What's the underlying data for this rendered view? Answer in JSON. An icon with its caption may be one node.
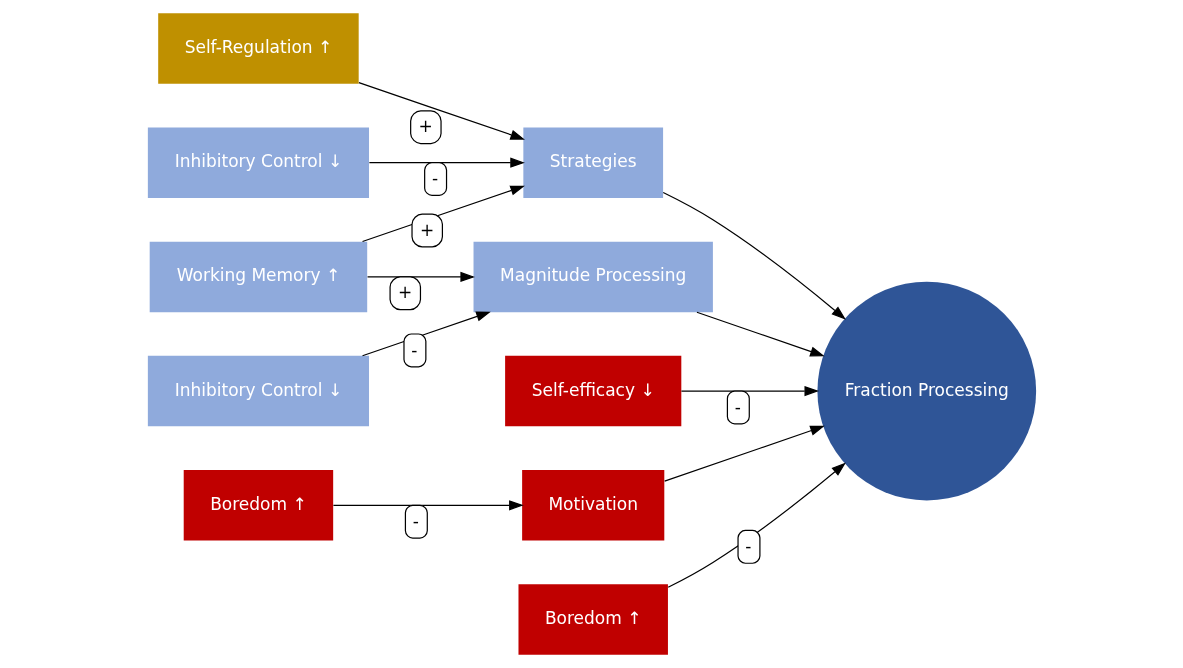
{
  "diagram": {
    "nodes": [
      {
        "text": [
          "Self-Regulation ↑"
        ]
      },
      {
        "text": [
          "Inhibitory Control ↓"
        ]
      },
      {
        "text": [
          "Working Memory ↑"
        ]
      },
      {
        "text": [
          "Strategies"
        ]
      },
      {
        "text": [
          "Inhibitory Control ↓"
        ]
      },
      {
        "text": [
          "Magnitude Processing"
        ]
      },
      {
        "text": [
          "Fraction Processing"
        ]
      },
      {
        "text": [
          "Self-efficacy ↓"
        ]
      },
      {
        "text": [
          "Boredom ↑"
        ]
      },
      {
        "text": [
          "Motivation"
        ]
      },
      {
        "text": [
          "Boredom ↑"
        ]
      }
    ],
    "edges": [
      {
        "from": 0,
        "to": 3,
        "arrow": "to",
        "label": "+"
      },
      {
        "from": 1,
        "to": 3,
        "arrow": "to",
        "label": "-"
      },
      {
        "from": 2,
        "to": 3,
        "arrow": "to",
        "label": "+"
      },
      {
        "from": 2,
        "to": 5,
        "arrow": "to",
        "label": "+"
      },
      {
        "from": 4,
        "to": 5,
        "arrow": "to",
        "label": "-"
      },
      {
        "from": 3,
        "to": 6,
        "arrow": "to"
      },
      {
        "from": 5,
        "to": 6,
        "arrow": "to"
      },
      {
        "from": 7,
        "to": 6,
        "arrow": "to",
        "label": "-"
      },
      {
        "from": 8,
        "to": 9,
        "arrow": "to",
        "label": "-"
      },
      {
        "from": 9,
        "to": 6,
        "arrow": "to"
      },
      {
        "from": 10,
        "to": 6,
        "arrow": "to",
        "label": "-"
      }
    ]
  }
}
